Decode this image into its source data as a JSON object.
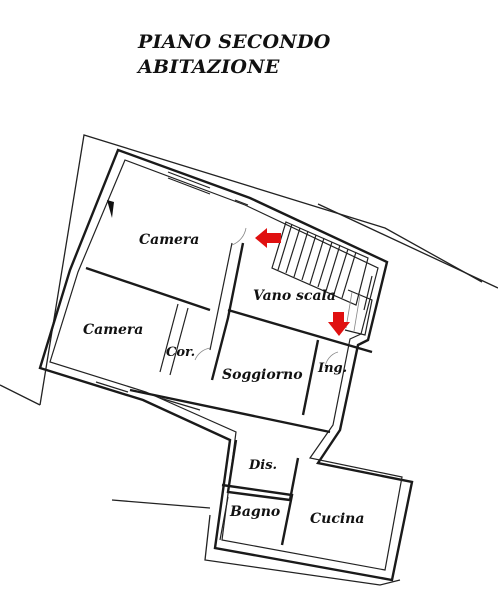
{
  "title": {
    "line1": "PIANO SECONDO",
    "line2": "ABITAZIONE"
  },
  "rooms": {
    "camera_top": "Camera",
    "camera_left": "Camera",
    "corridor": "Cor.",
    "vano_scala": "Vano scala",
    "ingresso": "Ing.",
    "soggiorno": "Soggiorno",
    "disimpegno": "Dis.",
    "bagno": "Bagno",
    "cucina": "Cucina"
  },
  "colors": {
    "arrow": "#e01010",
    "walls": "#1a1a1a",
    "background": "#ffffff"
  },
  "icons": [
    "entry-arrow-icon",
    "entry-arrow-down-icon",
    "north-marker-icon"
  ]
}
